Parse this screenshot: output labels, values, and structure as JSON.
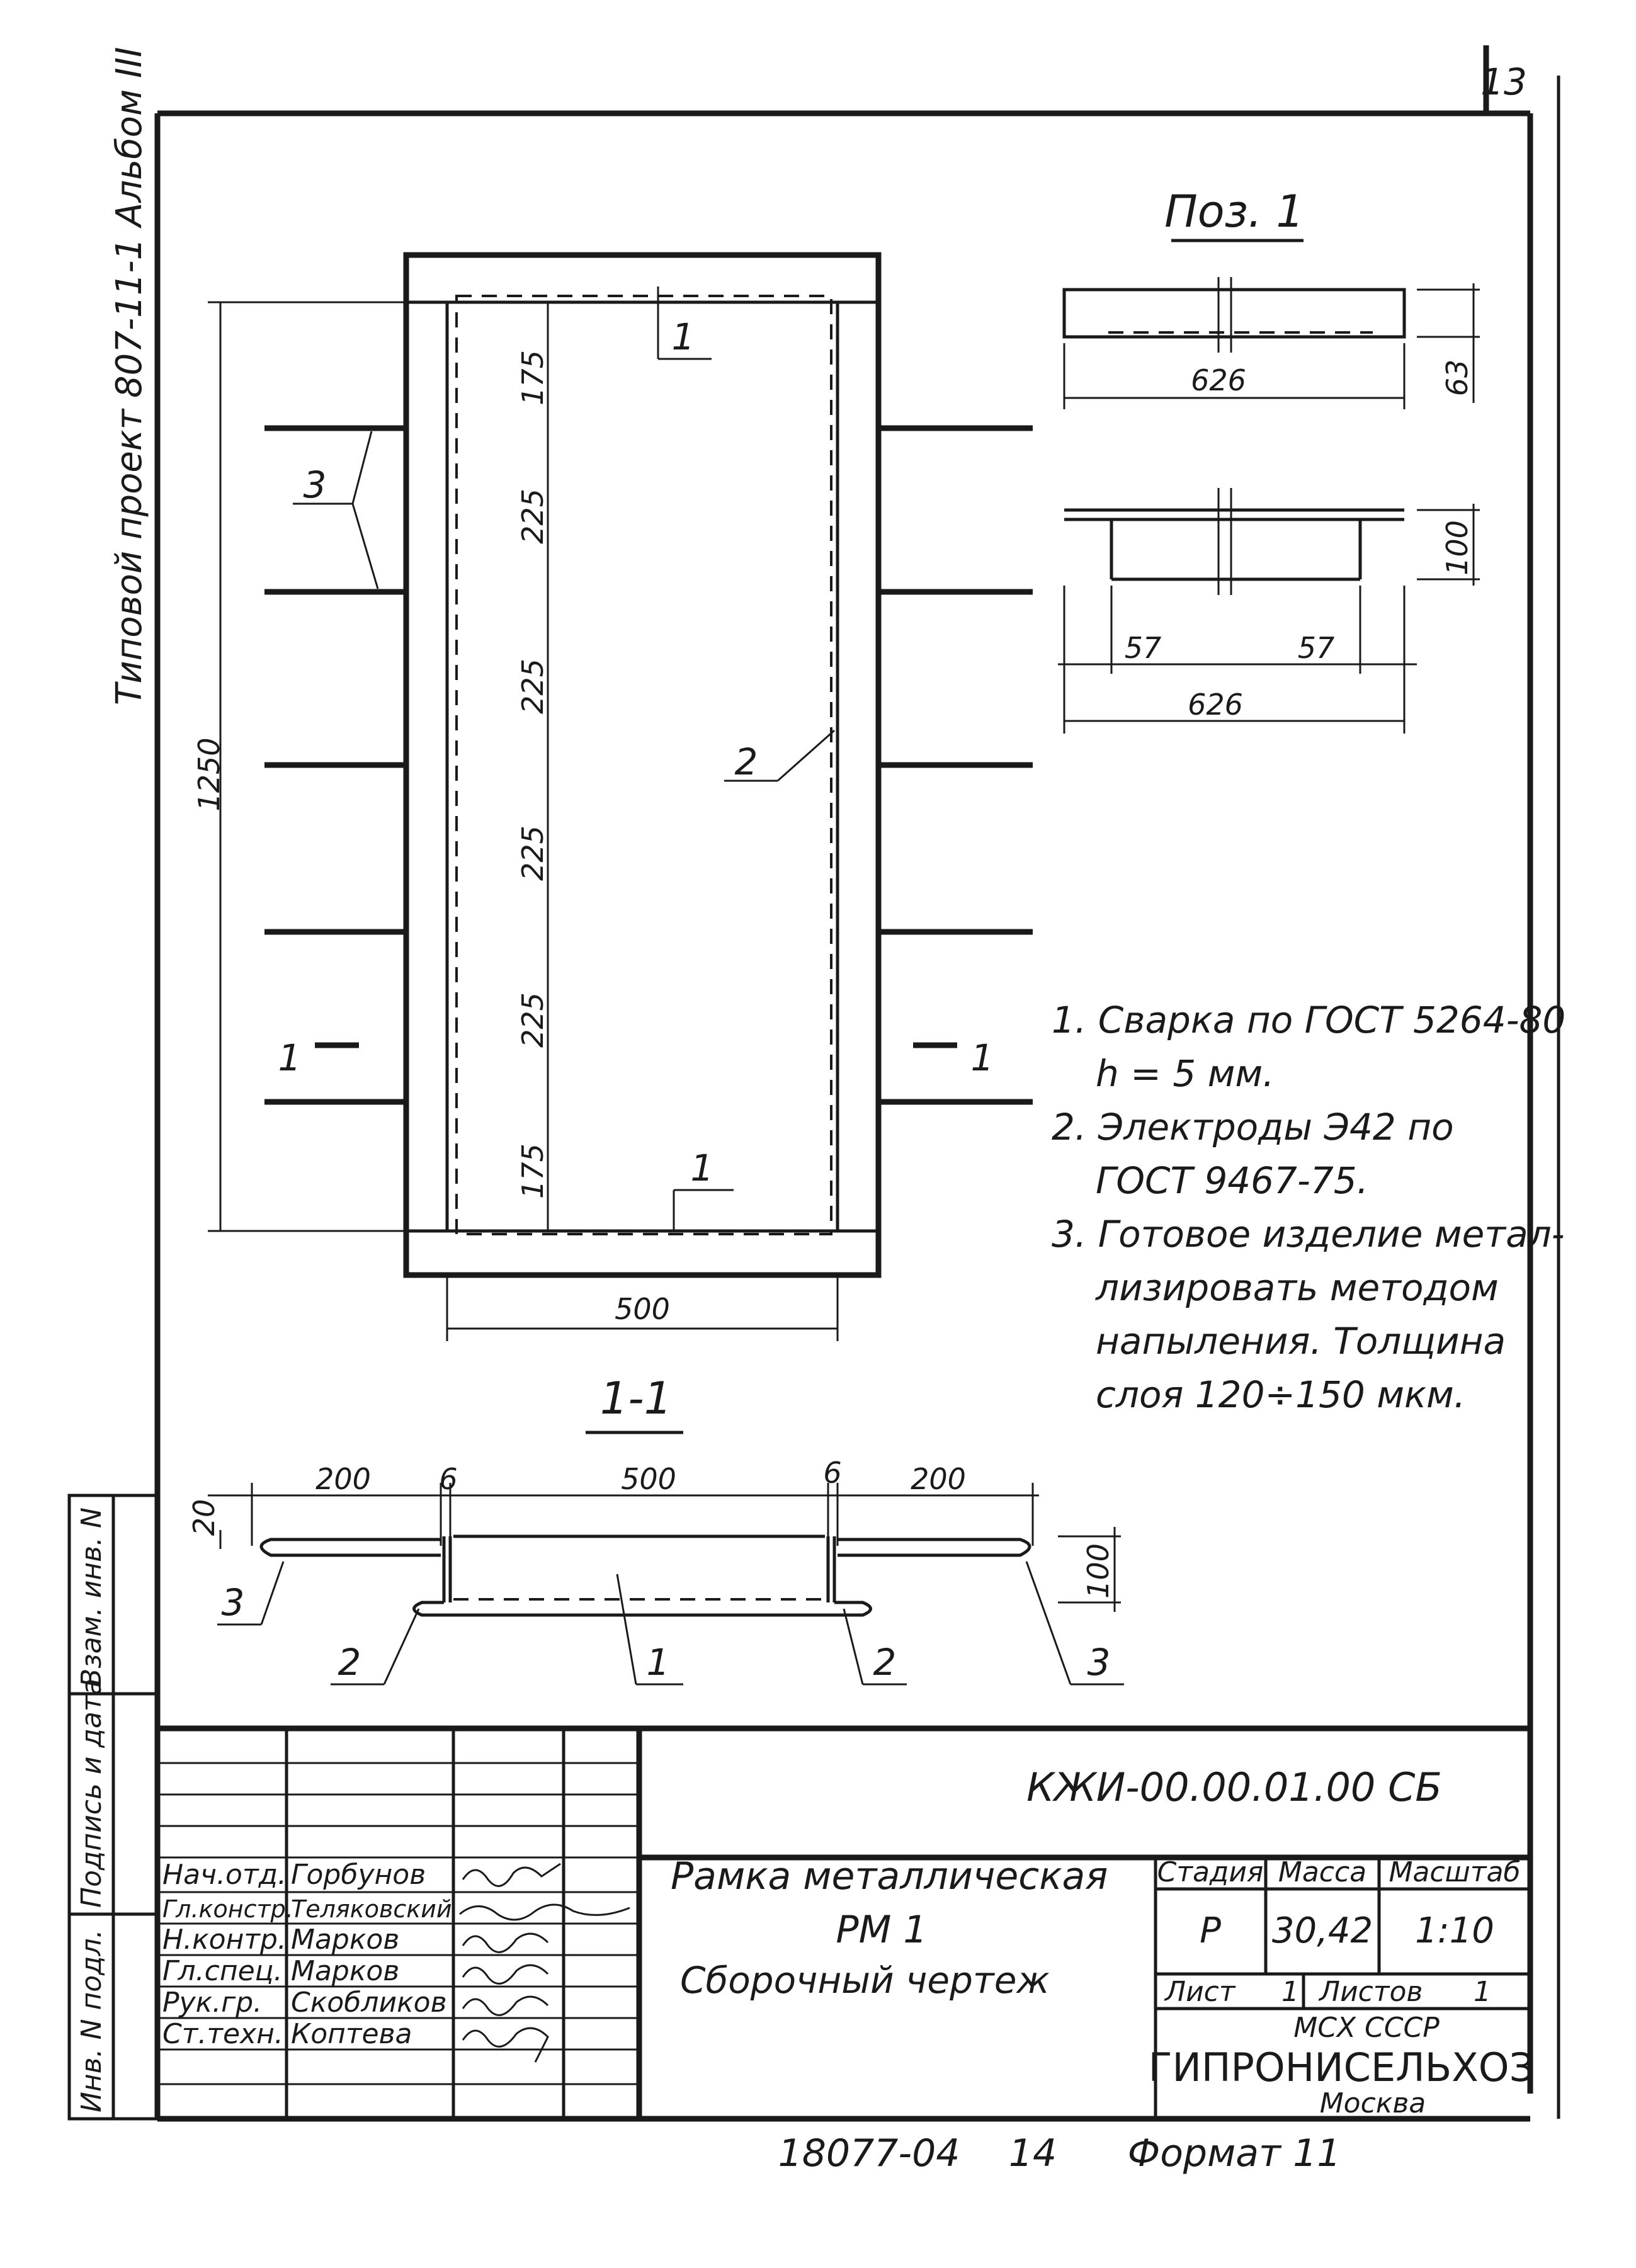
{
  "sheet_number": "13",
  "side_title": "Типовой проект 807-11-1 Альбом III",
  "position_label": "Поз. 1",
  "section_label": "1-1",
  "section_marks": [
    "1",
    "1"
  ],
  "plan_view": {
    "dim_total": "1250",
    "dim_segments": [
      "175",
      "225",
      "225",
      "225",
      "225",
      "175"
    ],
    "dim_width": "500",
    "callouts": [
      "1",
      "1",
      "2",
      "3"
    ]
  },
  "pos1_detail": {
    "top_length": "626",
    "top_height": "63",
    "bottom_height": "100",
    "bottom_left_offset": "57",
    "bottom_right_offset": "57",
    "bottom_length": "626"
  },
  "section_view": {
    "dim_left": "200",
    "dim_gap_left": "6",
    "dim_center": "500",
    "dim_gap_right": "6",
    "dim_right": "200",
    "dim_edge": "20",
    "dim_height": "100",
    "callouts": [
      "3",
      "2",
      "1",
      "2",
      "3"
    ]
  },
  "notes": [
    "1. Сварка по ГОСТ 5264-80",
    "h = 5 мм.",
    "2. Электроды Э42  по",
    "ГОСТ 9467-75.",
    "3. Готовое изделие метал-",
    "лизировать методом",
    "напыления. Толщина",
    "слоя 120÷150 мкм."
  ],
  "stamp": {
    "left_column": [
      "Инв. N подл.",
      "Подпись и дата",
      "Взам. инв. N"
    ],
    "doc_code": "КЖИ-00.00.01.00 СБ",
    "title_lines": [
      "Рамка металлическая",
      "РМ 1",
      "Сборочный чертеж"
    ],
    "stage_label": "Стадия",
    "mass_label": "Масса",
    "scale_label": "Масштаб",
    "stage_value": "Р",
    "mass_value": "30,42",
    "scale_value": "1:10",
    "sheet_label": "Лист",
    "sheet_value": "1",
    "sheets_label": "Листов",
    "sheets_value": "1",
    "org_line1": "МСХ СССР",
    "org_line2": "ГИПРОНИСЕЛЬХОЗ",
    "org_line3": "Москва",
    "roles": [
      {
        "role": "Нач.отд.",
        "name": "Горбунов"
      },
      {
        "role": "Гл.констр.",
        "name": "Теляковский"
      },
      {
        "role": "Н.контр.",
        "name": "Марков"
      },
      {
        "role": "Гл.спец.",
        "name": "Марков"
      },
      {
        "role": "Рук.гр.",
        "name": "Скобликов"
      },
      {
        "role": "Ст.техн.",
        "name": "Коптева"
      }
    ]
  },
  "footer": {
    "number": "18077-04",
    "page": "14",
    "format": "Формат 11"
  }
}
